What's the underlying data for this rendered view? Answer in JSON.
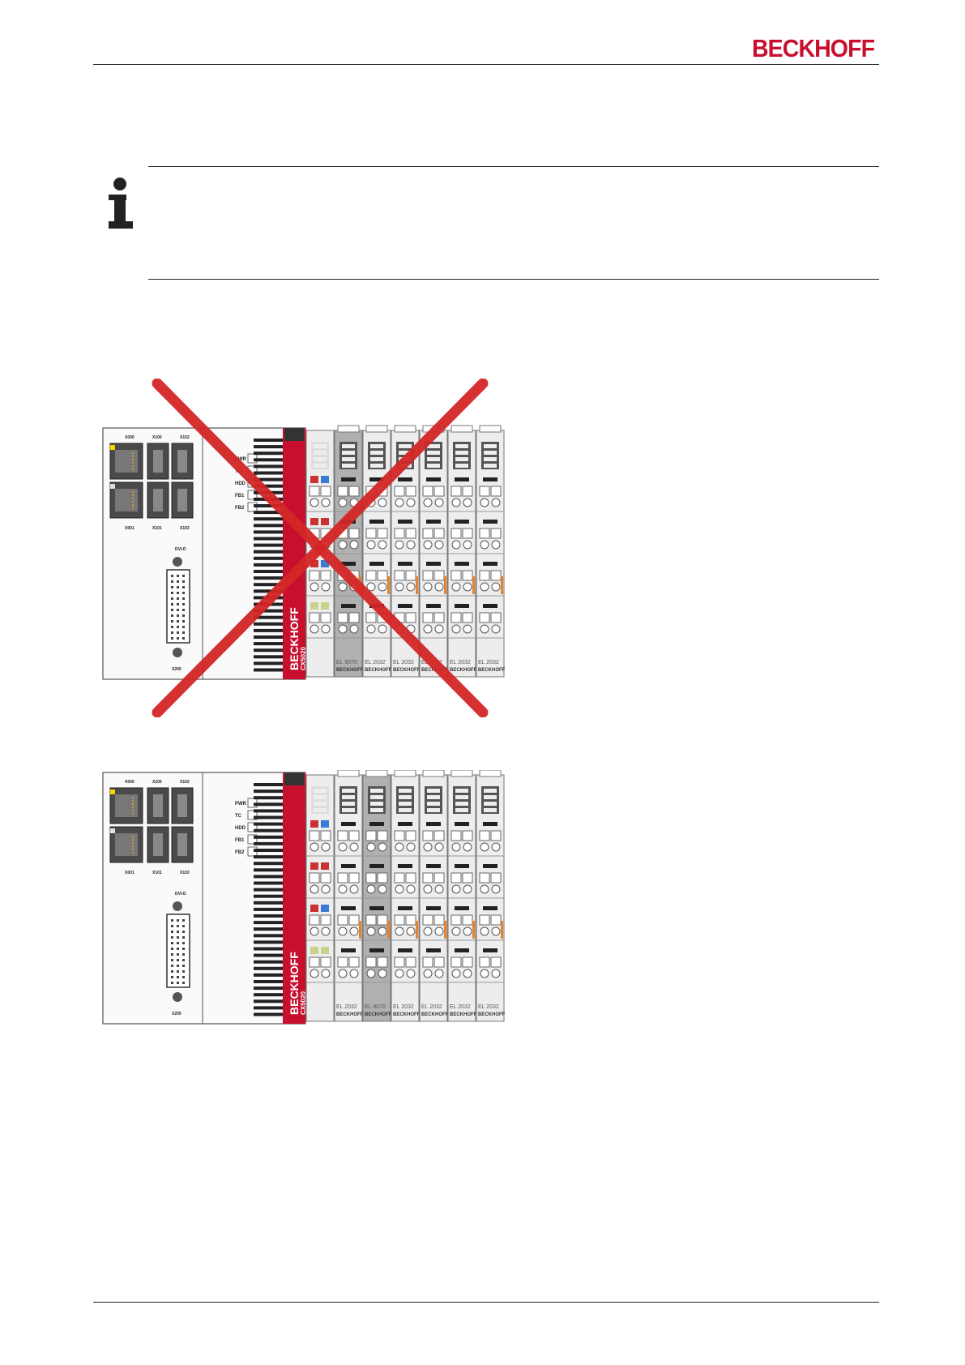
{
  "header": {
    "logo_text": "BECKHOFF",
    "brand_color": "#c8102e"
  },
  "note": {
    "icon": "info-icon"
  },
  "figures": [
    {
      "id": "incorrect",
      "crossed_out": true,
      "controller": {
        "brand": "BECKHOFF",
        "model": "CX5020",
        "ports_top": [
          "X000",
          "X100",
          "X102"
        ],
        "ports_bottom": [
          "X001",
          "X101",
          "X103"
        ],
        "dvi_label": "DVI-D",
        "dvi_port": "X200",
        "leds": [
          "PWR",
          "TC",
          "HDD",
          "FB1",
          "FB2"
        ]
      },
      "terminals": [
        {
          "model": "EL 9070",
          "brand": "BECKHOFF",
          "shaded": true
        },
        {
          "model": "EL 2032",
          "brand": "BECKHOFF",
          "shaded": false
        },
        {
          "model": "EL 2032",
          "brand": "BECKHOFF",
          "shaded": false
        },
        {
          "model": "EL 2032",
          "brand": "BECKHOFF",
          "shaded": false
        },
        {
          "model": "EL 2032",
          "brand": "BECKHOFF",
          "shaded": false
        },
        {
          "model": "EL 2032",
          "brand": "BECKHOFF",
          "shaded": false
        }
      ]
    },
    {
      "id": "correct",
      "crossed_out": false,
      "controller": {
        "brand": "BECKHOFF",
        "model": "CX5020",
        "ports_top": [
          "X000",
          "X100",
          "X102"
        ],
        "ports_bottom": [
          "X001",
          "X101",
          "X103"
        ],
        "dvi_label": "DVI-D",
        "dvi_port": "X200",
        "leds": [
          "PWR",
          "TC",
          "HDD",
          "FB1",
          "FB2"
        ]
      },
      "terminals": [
        {
          "model": "EL 2032",
          "brand": "BECKHOFF",
          "shaded": false
        },
        {
          "model": "EL 9070",
          "brand": "BECKHOFF",
          "shaded": true
        },
        {
          "model": "EL 2032",
          "brand": "BECKHOFF",
          "shaded": false
        },
        {
          "model": "EL 2032",
          "brand": "BECKHOFF",
          "shaded": false
        },
        {
          "model": "EL 2032",
          "brand": "BECKHOFF",
          "shaded": false
        },
        {
          "model": "EL 2032",
          "brand": "BECKHOFF",
          "shaded": false
        }
      ]
    }
  ]
}
